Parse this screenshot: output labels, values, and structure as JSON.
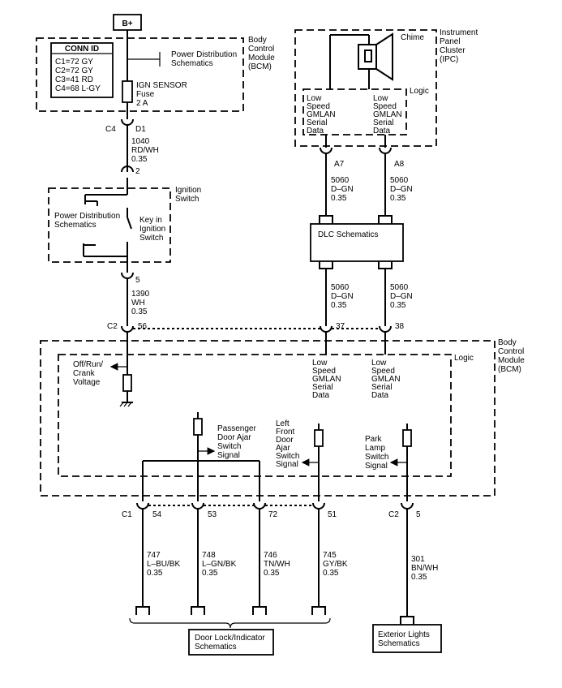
{
  "power": {
    "label": "B+"
  },
  "conn_id": {
    "title": "CONN ID",
    "lines": [
      "C1=72 GY",
      "C2=72 GY",
      "C3=41 RD",
      "C4=68 L-GY"
    ]
  },
  "top_bcm": {
    "power_distribution": [
      "Power Distribution",
      "Schematics"
    ],
    "module": [
      "Body",
      "Control",
      "Module",
      "(BCM)"
    ],
    "fuse": [
      "IGN SENSOR",
      "Fuse",
      "2 A"
    ]
  },
  "c4": {
    "connector": "C4",
    "pin": "D1"
  },
  "wire_1040": [
    "1040",
    "RD/WH",
    "0.35"
  ],
  "ign_switch": {
    "pin_top": "2",
    "title": [
      "Ignition",
      "Switch"
    ],
    "power_distribution": [
      "Power Distribution",
      "Schematics"
    ],
    "key": [
      "Key in",
      "Ignition",
      "Switch"
    ],
    "pin_bottom": "5"
  },
  "wire_1390": [
    "1390",
    "WH",
    "0.35"
  ],
  "ipc": {
    "title": [
      "Instrument",
      "Panel",
      "Cluster",
      "(IPC)"
    ],
    "chime": "Chime",
    "logic": "Logic",
    "data_left": [
      "Low",
      "Speed",
      "GMLAN",
      "Serial",
      "Data"
    ],
    "data_right": [
      "Low",
      "Speed",
      "GMLAN",
      "Serial",
      "Data"
    ],
    "pin_left": "A7",
    "pin_right": "A8"
  },
  "wire_5060_top_left": [
    "5060",
    "D–GN",
    "0.35"
  ],
  "wire_5060_top_right": [
    "5060",
    "D–GN",
    "0.35"
  ],
  "dlc": {
    "label": "DLC Schematics"
  },
  "wire_5060_bot_left": [
    "5060",
    "D–GN",
    "0.35"
  ],
  "wire_5060_bot_right": [
    "5060",
    "D–GN",
    "0.35"
  ],
  "bcm": {
    "c2": "C2",
    "pins_top": [
      "56",
      "37",
      "38"
    ],
    "title": [
      "Body",
      "Control",
      "Module",
      "(BCM)"
    ],
    "logic": "Logic",
    "data_left": [
      "Low",
      "Speed",
      "GMLAN",
      "Serial",
      "Data"
    ],
    "data_right": [
      "Low",
      "Speed",
      "GMLAN",
      "Serial",
      "Data"
    ],
    "voltage": [
      "Off/Run/",
      "Crank",
      "Voltage"
    ],
    "passenger": [
      "Passenger",
      "Door Ajar",
      "Switch",
      "Signal"
    ],
    "left_front": [
      "Left",
      "Front",
      "Door",
      "Ajar",
      "Switch",
      "Signal"
    ],
    "park": [
      "Park",
      "Lamp",
      "Switch",
      "Signal"
    ]
  },
  "bottom_connectors": {
    "c1": "C1",
    "c1_pins": [
      "54",
      "53",
      "72",
      "51"
    ],
    "c2": "C2",
    "c2_pin": "5"
  },
  "bottom_wires": [
    [
      "747",
      "L–BU/BK",
      "0.35"
    ],
    [
      "748",
      "L–GN/BK",
      "0.35"
    ],
    [
      "746",
      "TN/WH",
      "0.35"
    ],
    [
      "745",
      "GY/BK",
      "0.35"
    ],
    [
      "301",
      "BN/WH",
      "0.35"
    ]
  ],
  "door_lock": [
    "Door Lock/Indicator",
    "Schematics"
  ],
  "exterior": [
    "Exterior Lights",
    "Schematics"
  ]
}
